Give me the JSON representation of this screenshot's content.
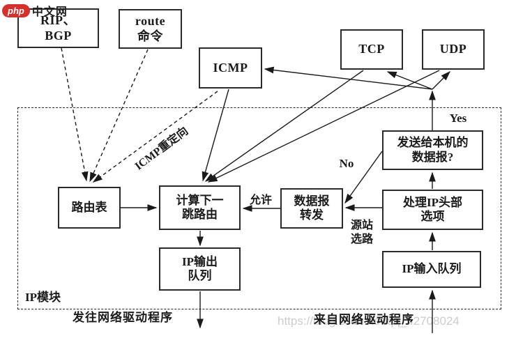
{
  "logo": {
    "badge": "php",
    "site": "中文网"
  },
  "boxes": {
    "rip_bgp": "RIP、\nBGP",
    "route_cmd": "route\n命令",
    "icmp": "ICMP",
    "tcp": "TCP",
    "udp": "UDP",
    "routing_table": "路由表",
    "next_hop": "计算下一\n跳路由",
    "forward": "数据报\n转发",
    "process_header": "处理IP头部\n选项",
    "local_datagram": "发送给本机的\n数据报?",
    "output_queue": "IP输出\n队列",
    "input_queue": "IP输入队列"
  },
  "labels": {
    "icmp_redirect": "ICMP重定向",
    "allow": "允许",
    "no": "No",
    "yes": "Yes",
    "source_routing": "源站\n选路",
    "ip_module": "IP模块",
    "to_driver": "发往网络驱动程序",
    "from_driver": "来自网络驱动程序"
  },
  "watermark": "https://blog.csdn.net/qq_42708024",
  "colors": {
    "line": "#1a1a1a",
    "border": "#2a2a2a",
    "logo_red": "#d6302c",
    "watermark_gray": "#cccccc",
    "background": "#ffffff"
  }
}
